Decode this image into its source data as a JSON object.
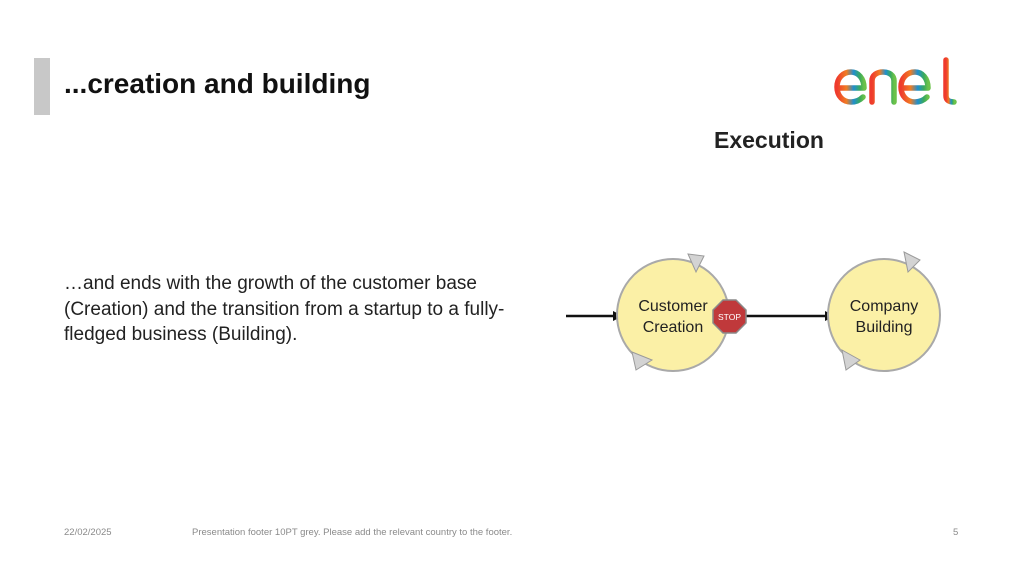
{
  "slide": {
    "title": "...creation and building",
    "section_heading": "Execution",
    "body": "…and ends with the growth of the customer base (Creation) and the transition from a startup to a fully-fledged business (Building)."
  },
  "logo": {
    "icon": "enel-logo-icon",
    "text": "enel"
  },
  "diagram": {
    "nodes": [
      {
        "line1": "Customer",
        "line2": "Creation"
      },
      {
        "line1": "Company",
        "line2": "Building"
      }
    ],
    "stop_sign": "STOP",
    "colors": {
      "node_fill": "#fbf0a6",
      "node_stroke": "#a9a9a9",
      "stop_fill": "#c0393b",
      "arrow": "#111111"
    }
  },
  "footer": {
    "date": "22/02/2025",
    "note": "Presentation footer 10PT grey. Please add the relevant country to the footer.",
    "page": "5"
  }
}
